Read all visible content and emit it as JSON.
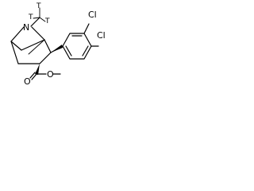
{
  "molecule": {
    "atoms": {
      "nitrogen": "N",
      "tritium_top": "T",
      "tritium_left": "T",
      "tritium_right": "T",
      "chlorine_upper": "Cl",
      "chlorine_lower": "Cl",
      "carbonyl_oxygen": "O",
      "ester_oxygen": "O"
    }
  }
}
